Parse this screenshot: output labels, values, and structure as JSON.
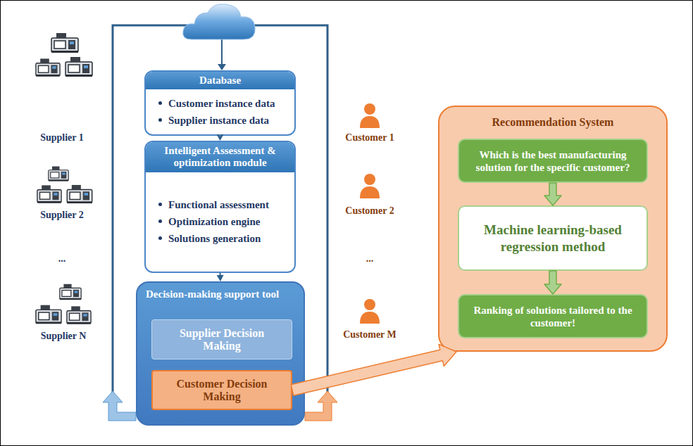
{
  "diagram": {
    "nodes": [
      {
        "text": [
          "Database",
          "Customer instance data",
          "Supplier instance data"
        ]
      },
      {
        "text": [
          "Intelligent Assessment & optimization module",
          "Functional assessment",
          "Optimization engine",
          "Solutions generation"
        ]
      },
      {
        "text": [
          "Decision-making support tool"
        ]
      },
      {
        "text": [
          "Supplier Decision Making"
        ],
        "in": 2
      },
      {
        "text": [
          "Customer Decision Making"
        ],
        "in": 2
      },
      {
        "text": [
          "Recommendation System"
        ]
      },
      {
        "text": [
          "Which is the best manufacturing solution for the specific customer?"
        ],
        "in": 5
      },
      {
        "text": [
          "Machine learning-based regression method"
        ],
        "in": 5
      },
      {
        "text": [
          "Ranking of solutions tailored to the customer!"
        ],
        "in": 5
      }
    ],
    "edges": [
      {
        "from": 0,
        "to": 1,
        "arrow": "to"
      },
      {
        "from": 1,
        "to": 2,
        "arrow": "to"
      },
      {
        "from": 4,
        "to": 5,
        "arrow": "to"
      },
      {
        "from": 6,
        "to": 7,
        "arrow": "to"
      },
      {
        "from": 7,
        "to": 8,
        "arrow": "to"
      }
    ],
    "labels": [
      "Supplier 1",
      "Supplier 2",
      "...",
      "Supplier N",
      "Customer 1",
      "Customer 2",
      "...",
      "Customer M"
    ]
  }
}
